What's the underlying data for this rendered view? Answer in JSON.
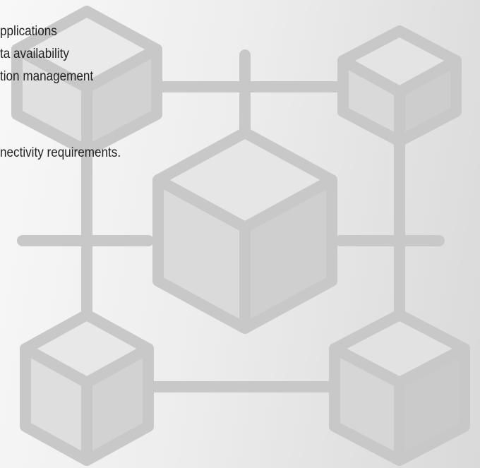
{
  "text": {
    "lines": [
      "pplications",
      "ta availability",
      "tion management",
      "nectivity requirements."
    ]
  },
  "graphic": {
    "description_icon": "network-of-cubes-icon",
    "colors": {
      "background_light": "#f8f8f8",
      "background_dark": "#d9d9d9",
      "stroke": "#c8c8c8",
      "face_light": "#e6e6e6",
      "face_mid": "#d5d5d5",
      "face_dark": "#cbcbcb",
      "text": "#1f1f1f"
    }
  }
}
